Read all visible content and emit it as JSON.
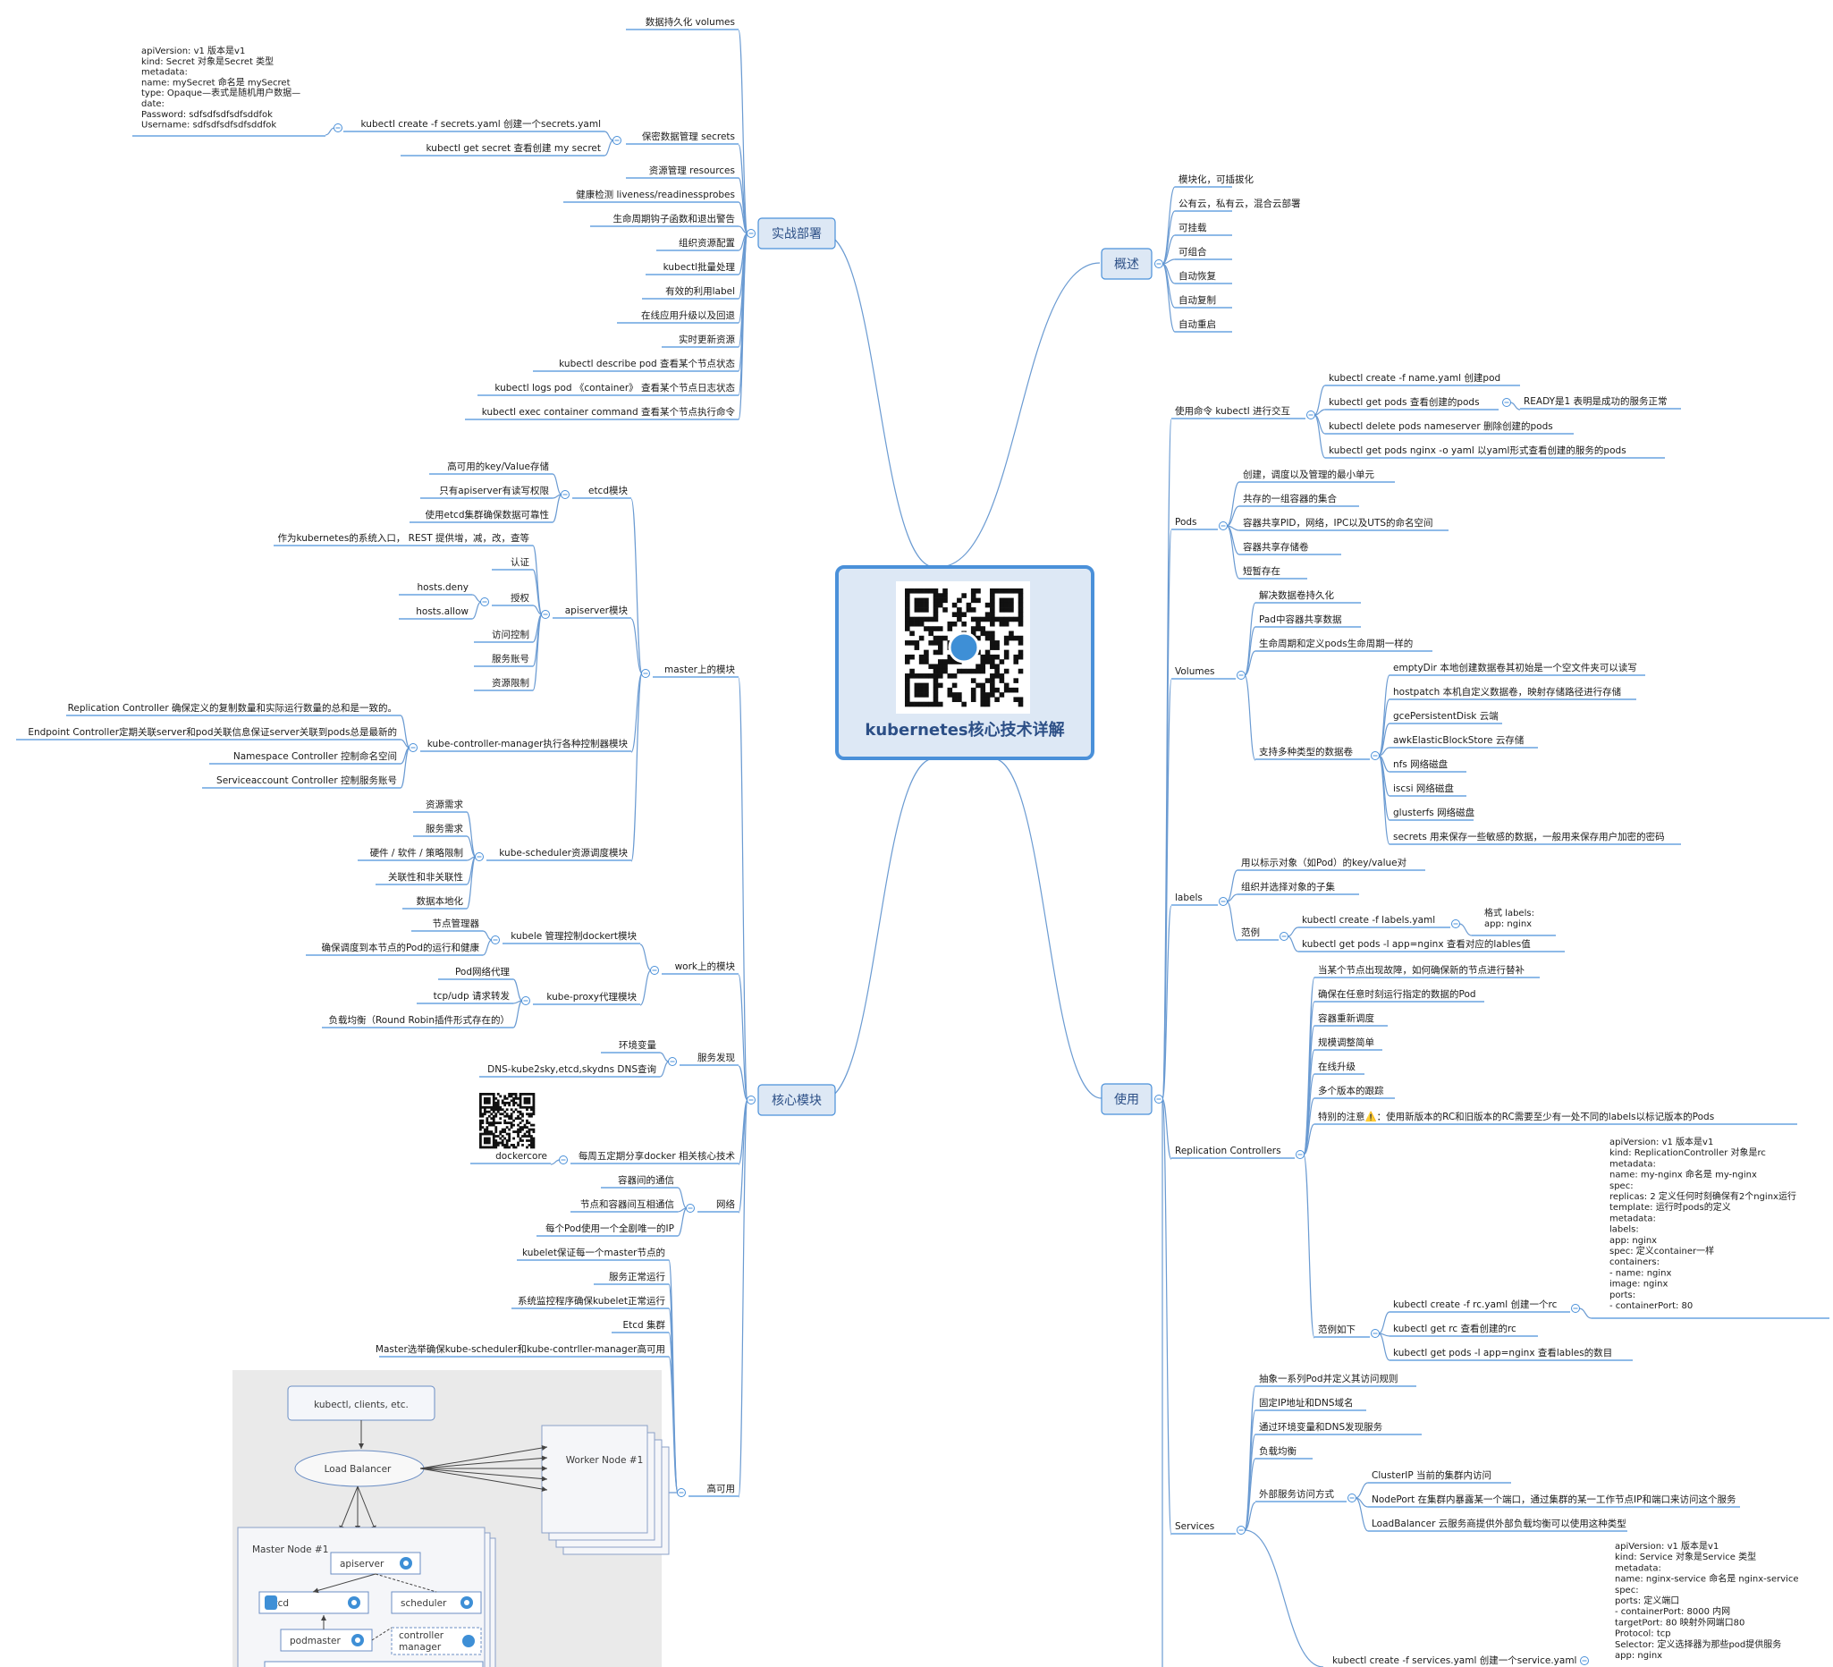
{
  "center": {
    "title": "kubernetes核心技术详解"
  },
  "colors": {
    "accent": "#4a90d9",
    "node_fill": "#dde8f5",
    "line": "#6b9bd2"
  },
  "branches": {
    "overview": {
      "label": "概述",
      "items": [
        "模块化，可插拔化",
        "公有云，私有云，混合云部署",
        "可挂载",
        "可组合",
        "自动恢复",
        "自动复制",
        "自动重启"
      ]
    },
    "deploy": {
      "label": "实战部署",
      "volumes": "数据持久化  volumes",
      "secrets": "保密数据管理  secrets",
      "secrets_create": "kubectl    create   -f   secrets.yaml 创建一个secrets.yaml",
      "secrets_yaml": [
        "apiVersion: v1     版本是v1",
        "kind: Secret 对象是Secret 类型",
        "metadata:",
        "  name: mySecret 命名是 mySecret",
        "    type: Opaque—表式是随机用户数据—",
        "    date:",
        "        Password:       sdfsdfsdfsdfsddfok",
        "        Username:      sdfsdfsdfsdfsddfok"
      ],
      "secrets_get": "kubectl    get  secret 查看创建 my  secret",
      "items": [
        "资源管理   resources",
        "健康检测   liveness/readinessprobes",
        "生命周期钩子函数和退出警告",
        "组织资源配置",
        "kubectl批量处理",
        "有效的利用label",
        "在线应用升级以及回退",
        "实时更新资源",
        "kubectl    describe    pod   查看某个节点状态",
        "kubectl    logs    pod   《container》 查看某个节点日志状态",
        "kubectl    exec   container   command  查看某个节点执行命令"
      ]
    },
    "core": {
      "label": "核心模块",
      "master": {
        "label": "master上的模块",
        "etcd": {
          "label": "etcd模块",
          "items": [
            "高可用的key/Value存储",
            "只有apiserver有读写权限",
            "使用etcd集群确保数据可靠性"
          ]
        },
        "apiserver": {
          "label": "apiserver模块",
          "entry": "作为kubernetes的系统入口，  REST  提供增，减，改，查等",
          "auth": "认证",
          "authz": "授权",
          "authz_items": [
            "hosts.deny",
            "hosts.allow"
          ],
          "rest": [
            "访问控制",
            "服务账号",
            "资源限制"
          ]
        },
        "kcm": {
          "label": "kube-controller-manager执行各种控制器模块",
          "items": [
            "Replication Controller 确保定义的复制数量和实际运行数量的总和是一致的。",
            "Endpoint       Controller定期关联server和pod关联信息保证server关联到pods总是最新的",
            "Namespace     Controller 控制命名空间",
            "Serviceaccount     Controller 控制服务账号"
          ]
        },
        "scheduler": {
          "label": "kube-scheduler资源调度模块",
          "items": [
            "资源需求",
            "服务需求",
            "硬件 / 软件 / 策略限制",
            "关联性和非关联性",
            "数据本地化"
          ]
        }
      },
      "worker": {
        "label": "work上的模块",
        "kubelet": {
          "label": "kubele 管理控制dockert模块",
          "items": [
            "节点管理器",
            "确保调度到本节点的Pod的运行和健康"
          ]
        },
        "proxy": {
          "label": "kube-proxy代理模块",
          "items": [
            "Pod网络代理",
            "tcp/udp 请求转发",
            "负载均衡（Round Robin插件形式存在的）"
          ]
        }
      },
      "discovery": {
        "label": "服务发现",
        "items": [
          "环境变量",
          "DNS-kube2sky,etcd,skydns   DNS查询"
        ]
      },
      "share": {
        "label": "每周五定期分享docker 相关核心技术",
        "qr_caption": "dockercore"
      },
      "network": {
        "label": "网络",
        "items": [
          "容器间的通信",
          "节点和容器间互相通信",
          "每个Pod使用一个全剧唯一的IP"
        ]
      },
      "ha": {
        "label": "高可用",
        "items": [
          "kubelet保证每一个master节点的",
          "服务正常运行",
          "系统监控程序确保kubelet正常运行",
          "Etcd 集群",
          "Master选举确保kube-scheduler和kube-contrller-manager高可用"
        ],
        "diagram": {
          "clients": "kubectl, clients, etc.",
          "lb": "Load Balancer",
          "worker": "Worker Node #1",
          "master": "Master Node #1",
          "apiserver": "apiserver",
          "etcd": "etcd",
          "scheduler": "scheduler",
          "podmaster": "podmaster",
          "controller": [
            "controller",
            "manager"
          ]
        }
      }
    },
    "usage": {
      "label": "使用",
      "kubectl": {
        "label": "使用命令 kubectl 进行交互",
        "items": [
          "kubectl   create  -f     name.yaml 创建pod",
          "kubectl    get   pods    查看创建的pods",
          "kubectl    delete   pods   nameserver    删除创建的pods",
          "kubectl    get   pods      nginx -o yaml        以yaml形式查看创建的服务的pods"
        ],
        "ready_note": "READY是1 表明是成功的服务正常"
      },
      "pods": {
        "label": "Pods",
        "items": [
          "创建，调度以及管理的最小单元",
          "共存的一组容器的集合",
          "容器共享PID，网络，IPC以及UTS的命名空间",
          "容器共享存储卷",
          "短暂存在"
        ]
      },
      "volumes": {
        "label": "Volumes",
        "items": [
          "解决数据卷持久化",
          "Pad中容器共享数据",
          "生命周期和定义pods生命周期一样的"
        ],
        "types_label": "支持多种类型的数据卷",
        "types": [
          "emptyDir 本地创建数据卷其初始是一个空文件夹可以读写",
          "hostpatch 本机自定义数据卷，映射存储路径进行存储",
          "gcePersistentDisk 云端",
          "awkElasticBlockStore 云存储",
          "nfs 网络磁盘",
          "iscsi 网络磁盘",
          "glusterfs 网络磁盘",
          "secrets 用来保存一些敏感的数据，一般用来保存用户加密的密码"
        ]
      },
      "labels": {
        "label": "labels",
        "items": [
          "用以标示对象（如Pod）的key/value对",
          "组织并选择对象的子集"
        ],
        "example_label": "范例",
        "example_create": "kubectl    create   -f      labels.yaml",
        "example_format": [
          "格式   labels:",
          "           app: nginx"
        ],
        "example_get": "kubectl    get     pods     -l   app=nginx 查看对应的lables值"
      },
      "rc": {
        "label": "Replication Controllers",
        "items": [
          "当某个节点出现故障，如何确保新的节点进行替补",
          "确保在任意时刻运行指定的数据的Pod",
          "容器重新调度",
          "规模调整简单",
          "在线升级",
          "多个版本的跟踪"
        ],
        "note": "特别的注意⚠️：使用新版本的RC和旧版本的RC需要至少有一处不同的labels以标记版本的Pods",
        "example_label": "范例如下",
        "create": "kubectl     create    -f    rc.yaml 创建一个rc",
        "get_rc": "kubectl     get   rc 查看创建的rc",
        "get_pods": "kubectl     get   pods   -l   app=nginx  查看lables的数目",
        "yaml": [
          "apiVersion: v1     版本是v1",
          "kind: ReplicationController  对象是rc",
          "metadata:",
          "  name: my-nginx  命名是 my-nginx",
          "spec:",
          "  replicas: 2        定义任何时刻确保有2个nginx运行",
          "  template:          运行时pods的定义",
          "    metadata:",
          "      labels:",
          "        app: nginx",
          "    spec:                定义container一样",
          "      containers:",
          "      - name: nginx",
          "        image: nginx",
          "        ports:",
          "        - containerPort: 80"
        ]
      },
      "services": {
        "label": "Services",
        "items": [
          "抽象一系列Pod并定义其访问规则",
          "固定IP地址和DNS域名",
          "通过环境变量和DNS发现服务",
          "负载均衡"
        ],
        "external_label": "外部服务访问方式",
        "external": [
          "ClusterIP 当前的集群内访问",
          "NodePort 在集群内暴露某一个端口，通过集群的某一工作节点IP和端口来访问这个服务",
          "LoadBalancer 云服务商提供外部负载均衡可以使用这种类型"
        ],
        "create": "kubectl     create   -f   services.yaml 创建一个service.yaml",
        "yaml": [
          "apiVersion: v1     版本是v1",
          "kind: Service 对象是Service 类型",
          "metadata:",
          "  name: nginx-service  命名是  nginx-service",
          "    spec:",
          "      ports:  定义端口",
          "      - containerPort: 8000 内网",
          "      targetPort:  80   映射外网端口80",
          "      Protocol:   tcp",
          "  Selector:   定义选择器为那些pod提供服务",
          "      app:  nginx"
        ]
      }
    }
  }
}
